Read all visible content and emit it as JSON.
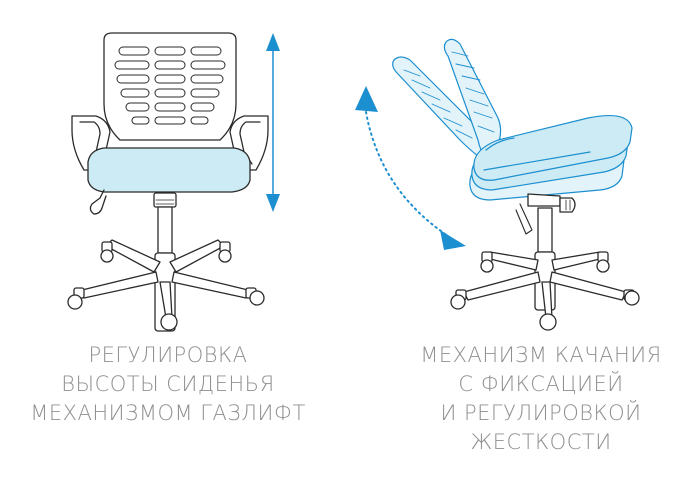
{
  "captions": {
    "height_adjustment": {
      "lines": [
        "РЕГУЛИРОВКА",
        "ВЫСОТЫ СИДЕНЬЯ",
        "МЕХАНИЗМОМ ГАЗЛИФТ"
      ]
    },
    "tilt_mechanism": {
      "lines": [
        "МЕХАНИЗМ КАЧАНИЯ",
        "С ФИКСАЦИЕЙ",
        "И РЕГУЛИРОВКОЙ",
        "ЖЕСТКОСТИ"
      ]
    }
  },
  "colors": {
    "outline": "#2b2b2b",
    "accent": "#1c8fd0",
    "seat_fill": "#ccebf4",
    "caption": "#8f8f8f"
  },
  "icons": [
    "office-chair-front-view",
    "office-chair-side-view",
    "vertical-double-arrow-icon",
    "curved-dotted-arrow-icon"
  ]
}
